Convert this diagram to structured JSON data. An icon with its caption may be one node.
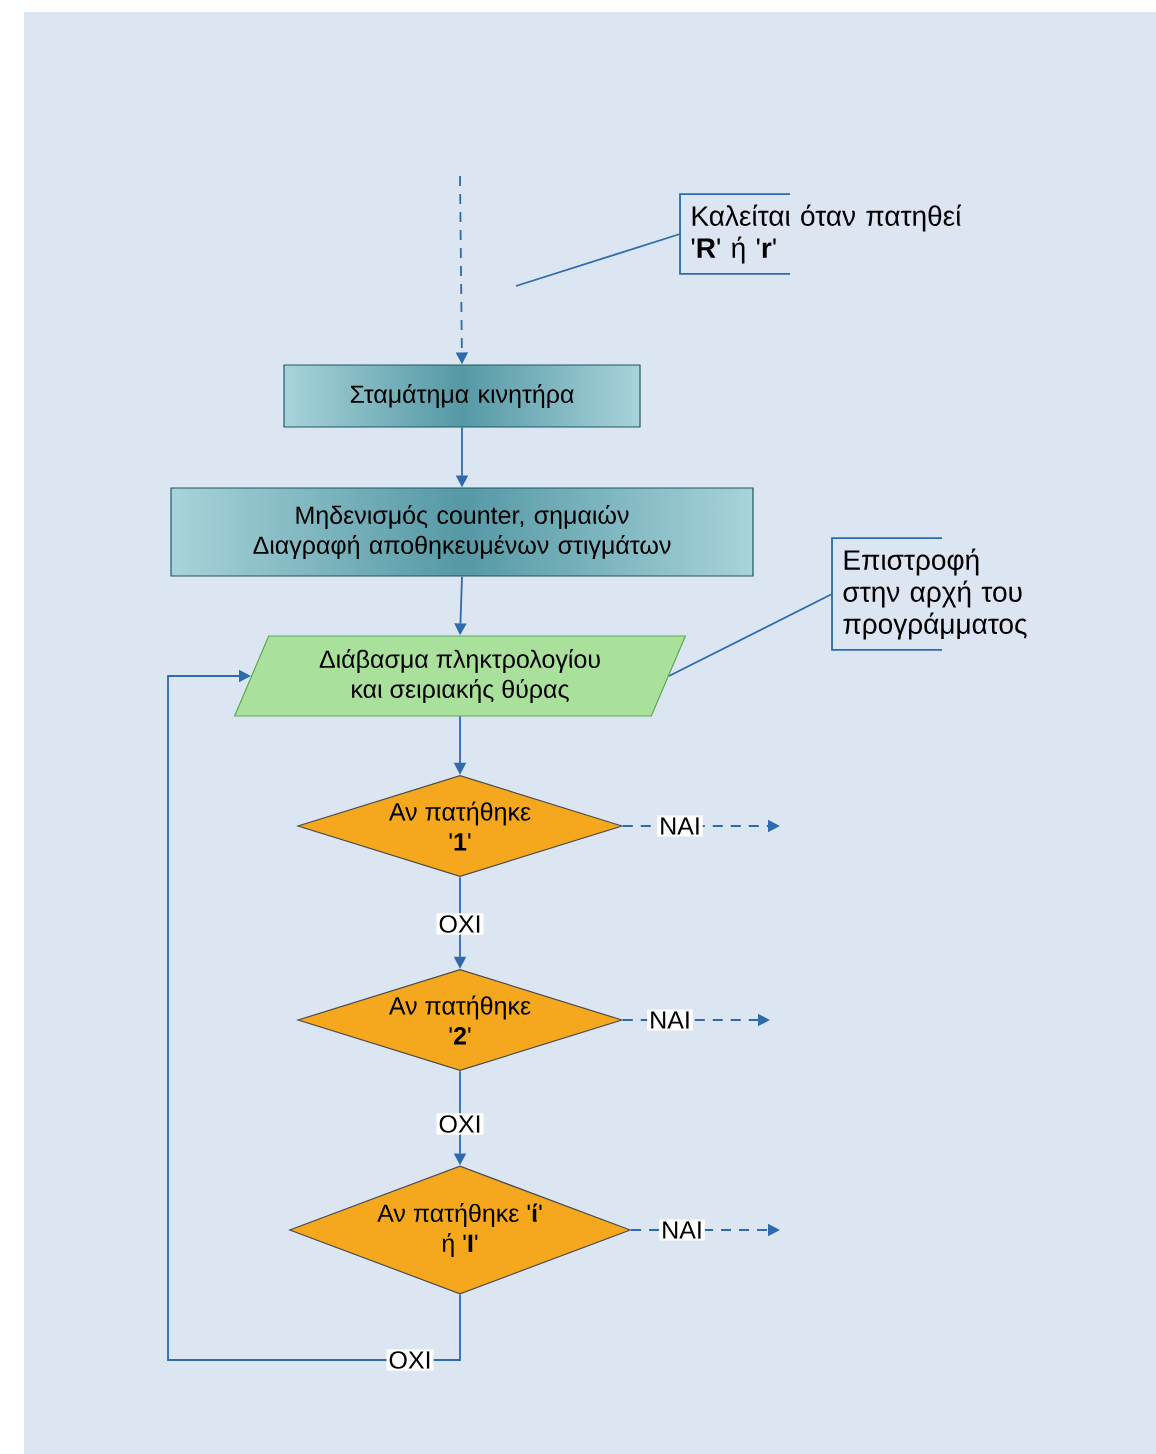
{
  "diagram": {
    "nodes": [
      {
        "text": [
          "Καλείται όταν πατηθεί '**R**' ή '**r**'"
        ]
      },
      {
        "text": [
          "Σταμάτημα κινητήρα"
        ]
      },
      {
        "text": [
          "Μηδενισμός counter, σημαιών Διαγραφή αποθηκευμένων στιγμάτων"
        ]
      },
      {
        "text": [
          "Επιστροφή στην αρχή του προγράμματος"
        ]
      },
      {
        "text": [
          "Διάβασμα πληκτρολογίου και σειριακής θύρας"
        ]
      },
      {
        "text": [
          "Αν πατήθηκε '**1**'"
        ]
      },
      {
        "text": [
          "Αν πατήθηκε '**2**'"
        ]
      },
      {
        "text": [
          "Αν πατήθηκε '**ί**' ή '**Ι**'"
        ]
      }
    ],
    "edges": [
      {
        "from": null,
        "to": 1,
        "arrow": "to",
        "style": "dashed"
      },
      {
        "from": 0,
        "to": null,
        "arrow": "none"
      },
      {
        "from": 1,
        "to": 2,
        "arrow": "to"
      },
      {
        "from": 2,
        "to": 4,
        "arrow": "to"
      },
      {
        "from": 4,
        "to": 5,
        "arrow": "to"
      },
      {
        "from": 5,
        "to": 6,
        "arrow": "to",
        "label": "ΟΧΙ"
      },
      {
        "from": 6,
        "to": 7,
        "arrow": "to",
        "label": "ΟΧΙ"
      },
      {
        "from": 7,
        "to": 4,
        "arrow": "to",
        "label": "ΟΧΙ"
      },
      {
        "from": 5,
        "to": null,
        "arrow": "to",
        "style": "dashed",
        "label": "ΝΑΙ"
      },
      {
        "from": 6,
        "to": null,
        "arrow": "to",
        "style": "dashed",
        "label": "ΝΑΙ"
      },
      {
        "from": 7,
        "to": null,
        "arrow": "to",
        "style": "dashed",
        "label": "ΝΑΙ"
      },
      {
        "from": 3,
        "to": 4,
        "arrow": "none"
      }
    ]
  }
}
